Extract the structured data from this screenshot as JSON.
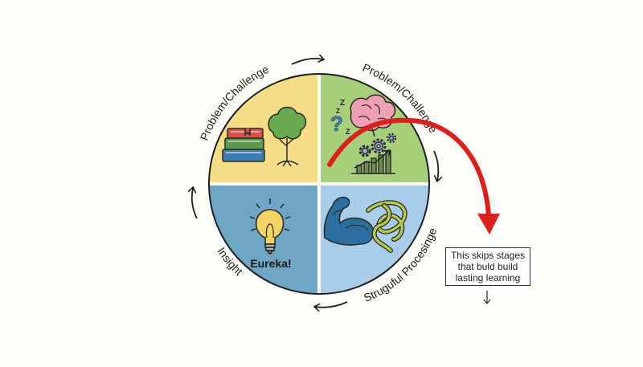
{
  "diagram": {
    "labels": {
      "top_left": "Problem/Challenge",
      "top_right": "Problem/Challenge",
      "bottom_left": "Insight",
      "bottom_right": "Struguful Procesinge",
      "eureka": "Eureka!"
    },
    "quadrant_colors": {
      "top_left": "#f5dc86",
      "top_right": "#a8cf7c",
      "bottom_left": "#6fa6c3",
      "bottom_right": "#a9cde8"
    },
    "skip_arrow_color": "#d9221d",
    "note": {
      "text": "This skips stages\nthat buld build\nlasting learning"
    },
    "icons": [
      "books-icon",
      "tree-icon",
      "question-mark-icon",
      "brain-icon",
      "gears-icon",
      "growth-chart-icon",
      "lightbulb-icon",
      "flexed-arm-icon",
      "knot-icon"
    ]
  }
}
